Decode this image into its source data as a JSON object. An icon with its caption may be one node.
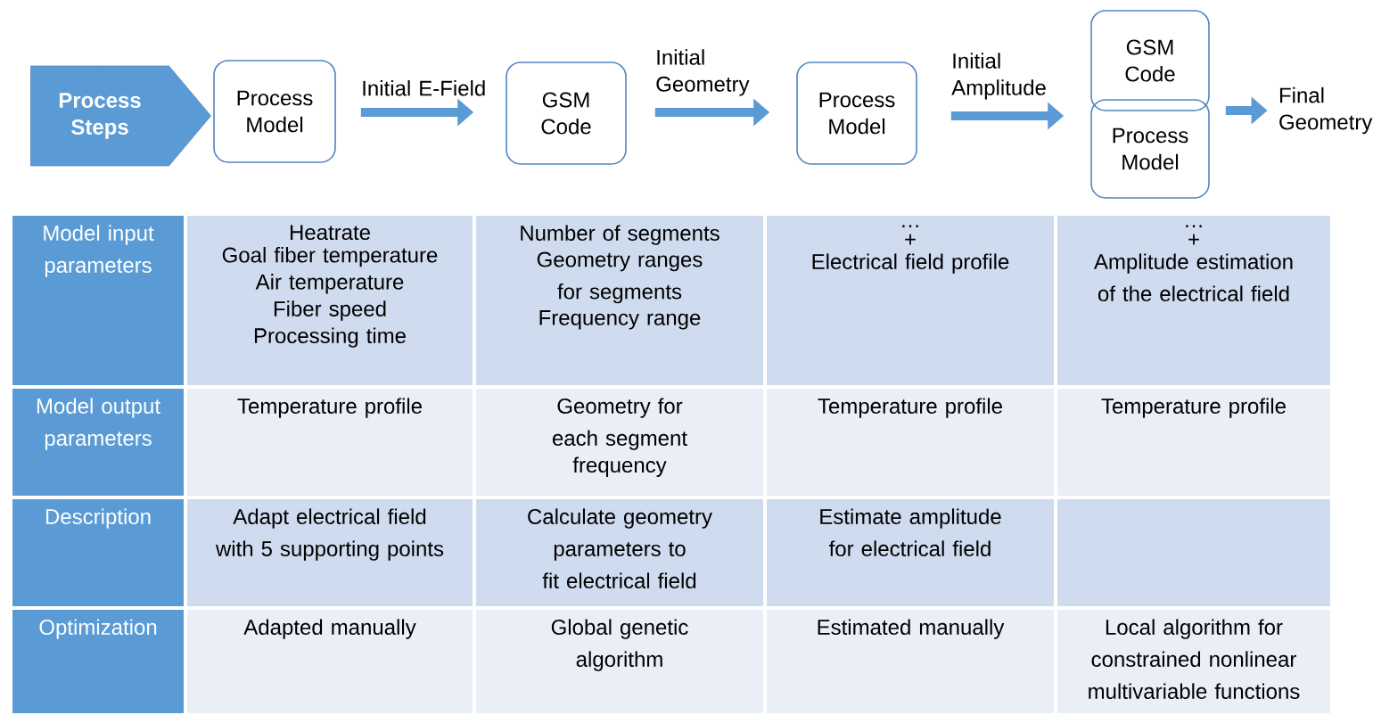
{
  "diagram": {
    "nodes": [
      {
        "text": [
          "Process Steps"
        ]
      },
      {
        "text": [
          "Process Model"
        ]
      },
      {
        "text": [
          "GSM Code"
        ]
      },
      {
        "text": [
          "Process Model"
        ]
      },
      {
        "text": [
          "GSM Code"
        ]
      },
      {
        "text": [
          "Process Model"
        ]
      },
      {
        "text": [
          "Final Geometry"
        ]
      }
    ],
    "edges": [
      {
        "from": 1,
        "to": 2,
        "arrow": "to",
        "label": "Initial E-Field"
      },
      {
        "from": 2,
        "to": 3,
        "arrow": "to",
        "label": "Initial Geometry"
      },
      {
        "from": 3,
        "to": 4,
        "arrow": "to",
        "label": "Initial Amplitude"
      },
      {
        "from": 5,
        "to": 6,
        "arrow": "to"
      }
    ],
    "labels": [
      "Model input parameters",
      "Heatrate",
      "Goal fiber temperature",
      "Air temperature",
      "Fiber speed",
      "Processing time",
      "Number of segments",
      "Geometry ranges for segments",
      "Frequency range",
      "…",
      "+",
      "Electrical field profile",
      "…",
      "+",
      "Amplitude estimation of the electrical field",
      "Model output parameters",
      "Temperature profile",
      "Geometry for each segment",
      "frequency",
      "Temperature profile",
      "Temperature profile",
      "Description",
      "Adapt electrical field with 5 supporting points",
      "Calculate geometry parameters to fit electrical field",
      "Estimate amplitude for electrical field",
      "Optimization",
      "Adapted manually",
      "Global genetic algorithm",
      "Estimated manually",
      "Local algorithm for constrained nonlinear multivariable functions"
    ]
  }
}
